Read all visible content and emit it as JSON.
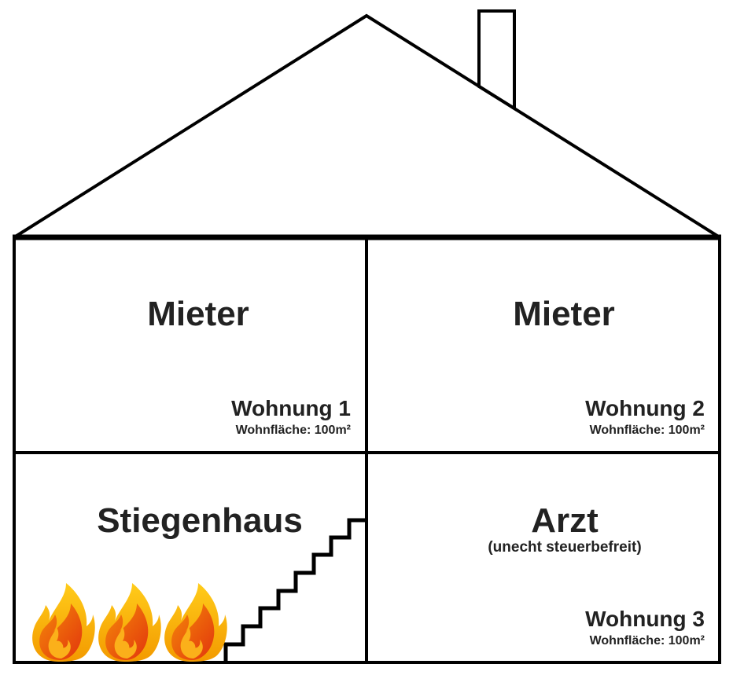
{
  "rooms": {
    "top_left": {
      "title": "Mieter",
      "unit": "Wohnung 1",
      "area": "Wohnfläche: 100m²"
    },
    "top_right": {
      "title": "Mieter",
      "unit": "Wohnung 2",
      "area": "Wohnfläche: 100m²"
    },
    "bottom_left": {
      "title": "Stiegenhaus"
    },
    "bottom_right": {
      "title": "Arzt",
      "subtitle": "(unecht steuerbefreit)",
      "unit": "Wohnung 3",
      "area": "Wohnfläche: 100m²"
    }
  },
  "icons": [
    "flame-icon",
    "flame-icon",
    "flame-icon",
    "stairs-icon",
    "chimney-icon"
  ],
  "colors": {
    "line": "#000000",
    "text": "#222222",
    "flame_outer": "#f7b500",
    "flame_inner": "#e8430a"
  }
}
